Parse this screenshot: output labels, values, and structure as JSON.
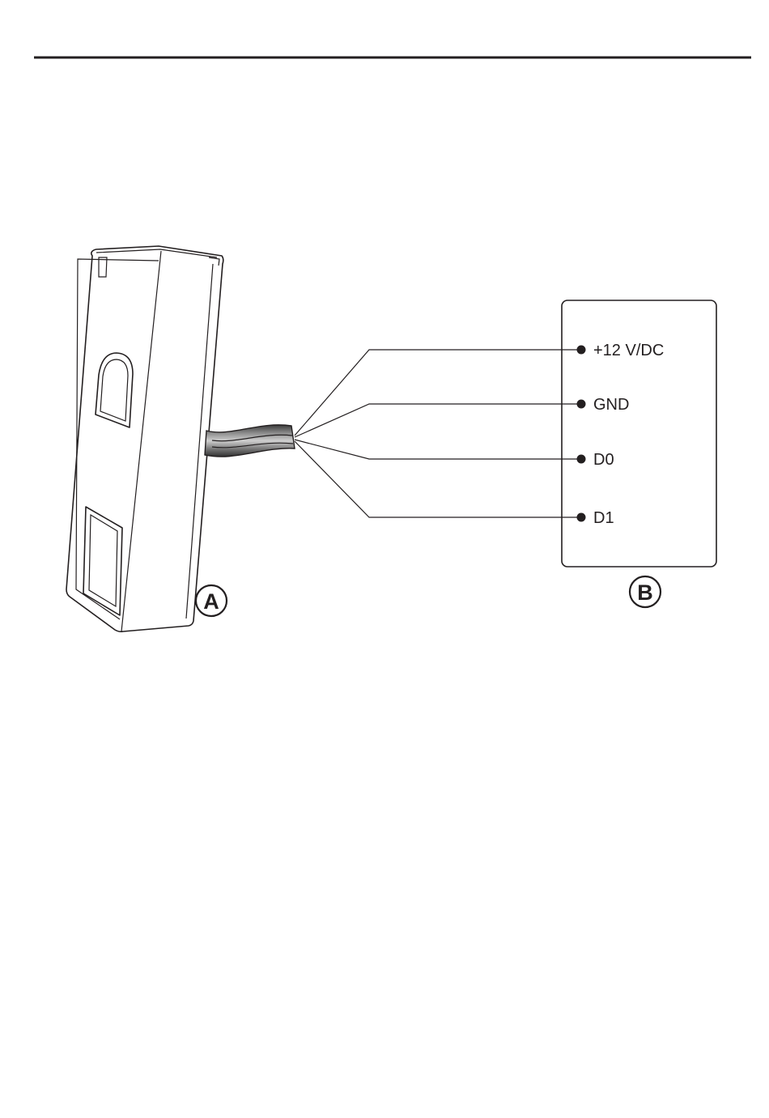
{
  "device_a": {
    "badge": "A"
  },
  "controller_b": {
    "badge": "B",
    "terminals": [
      {
        "label": "+12 V/DC"
      },
      {
        "label": "GND"
      },
      {
        "label": "D0"
      },
      {
        "label": "D1"
      }
    ]
  },
  "colors": {
    "line": "#231f20",
    "background": "#ffffff"
  }
}
